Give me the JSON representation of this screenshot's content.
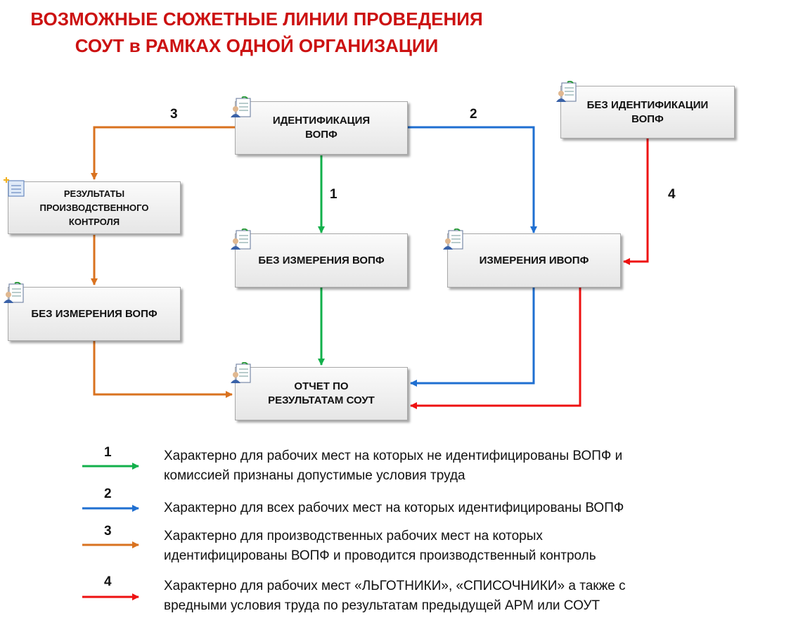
{
  "title": {
    "line1": "ВОЗМОЖНЫЕ СЮЖЕТНЫЕ ЛИНИИ ПРОВЕДЕНИЯ",
    "line2": "СОУТ в РАМКАХ ОДНОЙ ОРГАНИЗАЦИИ"
  },
  "colors": {
    "title": "#cc1111",
    "line1": "#12b04b",
    "line2": "#1f6fd1",
    "line3": "#d9721f",
    "line4": "#ee1111"
  },
  "boxes": {
    "identification": {
      "line1": "ИДЕНТИФИКАЦИЯ",
      "line2": "ВОПФ"
    },
    "no_identification": {
      "line1": "БЕЗ ИДЕНТИФИКАЦИИ",
      "line2": "ВОПФ"
    },
    "control_results": {
      "line1": "РЕЗУЛЬТАТЫ",
      "line2": "ПРОИЗВОДСТВЕННОГО",
      "line3": "КОНТРОЛЯ"
    },
    "no_measure_center": {
      "text": "БЕЗ ИЗМЕРЕНИЯ ВОПФ"
    },
    "measurements": {
      "text": "ИЗМЕРЕНИЯ ИВОПФ"
    },
    "no_measure_left": {
      "text": "БЕЗ ИЗМЕРЕНИЯ ВОПФ"
    },
    "report": {
      "line1": "ОТЧЕТ ПО",
      "line2": "РЕЗУЛЬТАТАМ СОУТ"
    }
  },
  "icons": [
    "user-document-icon",
    "note-plus-icon"
  ],
  "path_numbers": {
    "p1": "1",
    "p2": "2",
    "p3": "3",
    "p4": "4"
  },
  "legend": [
    {
      "number": "1",
      "line1": "Характерно для рабочих мест на которых не идентифицированы ВОПФ и",
      "line2": "комиссией признаны допустимые условия труда"
    },
    {
      "number": "2",
      "line1": "Характерно для всех рабочих мест на которых идентифицированы ВОПФ",
      "line2": ""
    },
    {
      "number": "3",
      "line1": "Характерно для производственных рабочих мест на которых",
      "line2": "идентифицированы ВОПФ и проводится производственный контроль"
    },
    {
      "number": "4",
      "line1": "Характерно для рабочих мест «ЛЬГОТНИКИ», «СПИСОЧНИКИ» а также с",
      "line2": "вредными условия труда по результатам предыдущей АРМ или СОУТ"
    }
  ]
}
